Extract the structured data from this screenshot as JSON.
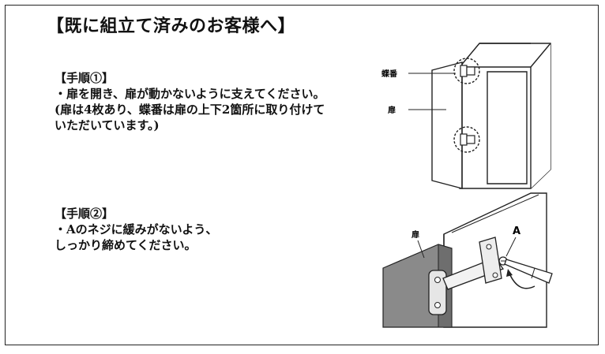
{
  "title": "【既に組立て済みのお客様へ】",
  "step1": {
    "heading": "【手順①】",
    "line1": "・扉を開き、扉が動かないように支えてください。",
    "note_line1": "(扉は4枚あり、蝶番は扉の上下2箇所に取り付けて",
    "note_line2": "いただいています。)"
  },
  "step2": {
    "heading": "【手順②】",
    "line1": "・Aのネジに緩みがないよう、",
    "line2": "しっかり締めてください。"
  },
  "figure1": {
    "hinge_label": "蝶番",
    "door_label": "扉"
  },
  "figure2": {
    "door_label": "扉",
    "screw_label": "A"
  }
}
